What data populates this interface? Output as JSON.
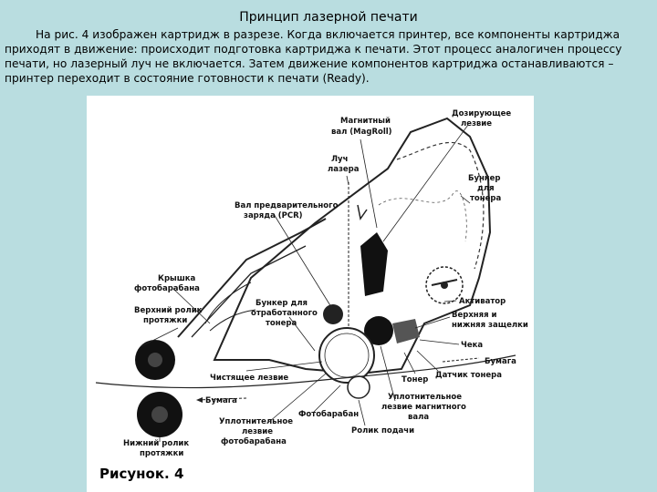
{
  "title": "Принцип лазерной печати",
  "paragraph": "На рис. 4 изображен картридж в разрезе. Когда включается принтер, все компоненты картриджа приходят в движение: происходит подготовка картриджа к печати. Этот процесс аналогичен процессу печати, но лазерный луч не включается. Затем движение компонентов картриджа останавливаются – принтер переходит в состояние готовности к печати (Ready).",
  "figure": {
    "caption": "Рисунок. 4",
    "labels": {
      "mag_roll": [
        "Магнитный",
        "вал (MagRoll)"
      ],
      "doctor_blade": [
        "Дозирующее",
        "лезвие"
      ],
      "laser_beam": [
        "Луч",
        "лазера"
      ],
      "toner_hopper": [
        "Бункер",
        "для",
        "тонера"
      ],
      "pcr": [
        "Вал предварительного",
        "заряда (PCR)"
      ],
      "drum_cover": [
        "Крышка",
        "фотобарабана"
      ],
      "upper_roller": [
        "Верхний ролик",
        "протяжки"
      ],
      "waste_hopper": [
        "Бункер для",
        "отработанного",
        "тонера"
      ],
      "activator": [
        "Активатор"
      ],
      "latches": [
        "Верхняя и",
        "нижняя защелки"
      ],
      "seal": [
        "Чека"
      ],
      "paper_right": [
        "Бумага"
      ],
      "wiper_blade": [
        "Чистящее лезвие"
      ],
      "toner": [
        "Тонер"
      ],
      "toner_sensor": [
        "Датчик тонера"
      ],
      "paper_left": [
        "Бумага"
      ],
      "mag_seal_blade": [
        "Уплотнительное",
        "лезвие магнитного",
        "вала"
      ],
      "drum_seal_blade": [
        "Уплотнительное",
        "лезвие",
        "фотобарабана"
      ],
      "drum": [
        "Фотобарабан"
      ],
      "feed_roller": [
        "Ролик подачи"
      ],
      "lower_roller": [
        "Нижний ролик",
        "протяжки"
      ]
    }
  }
}
